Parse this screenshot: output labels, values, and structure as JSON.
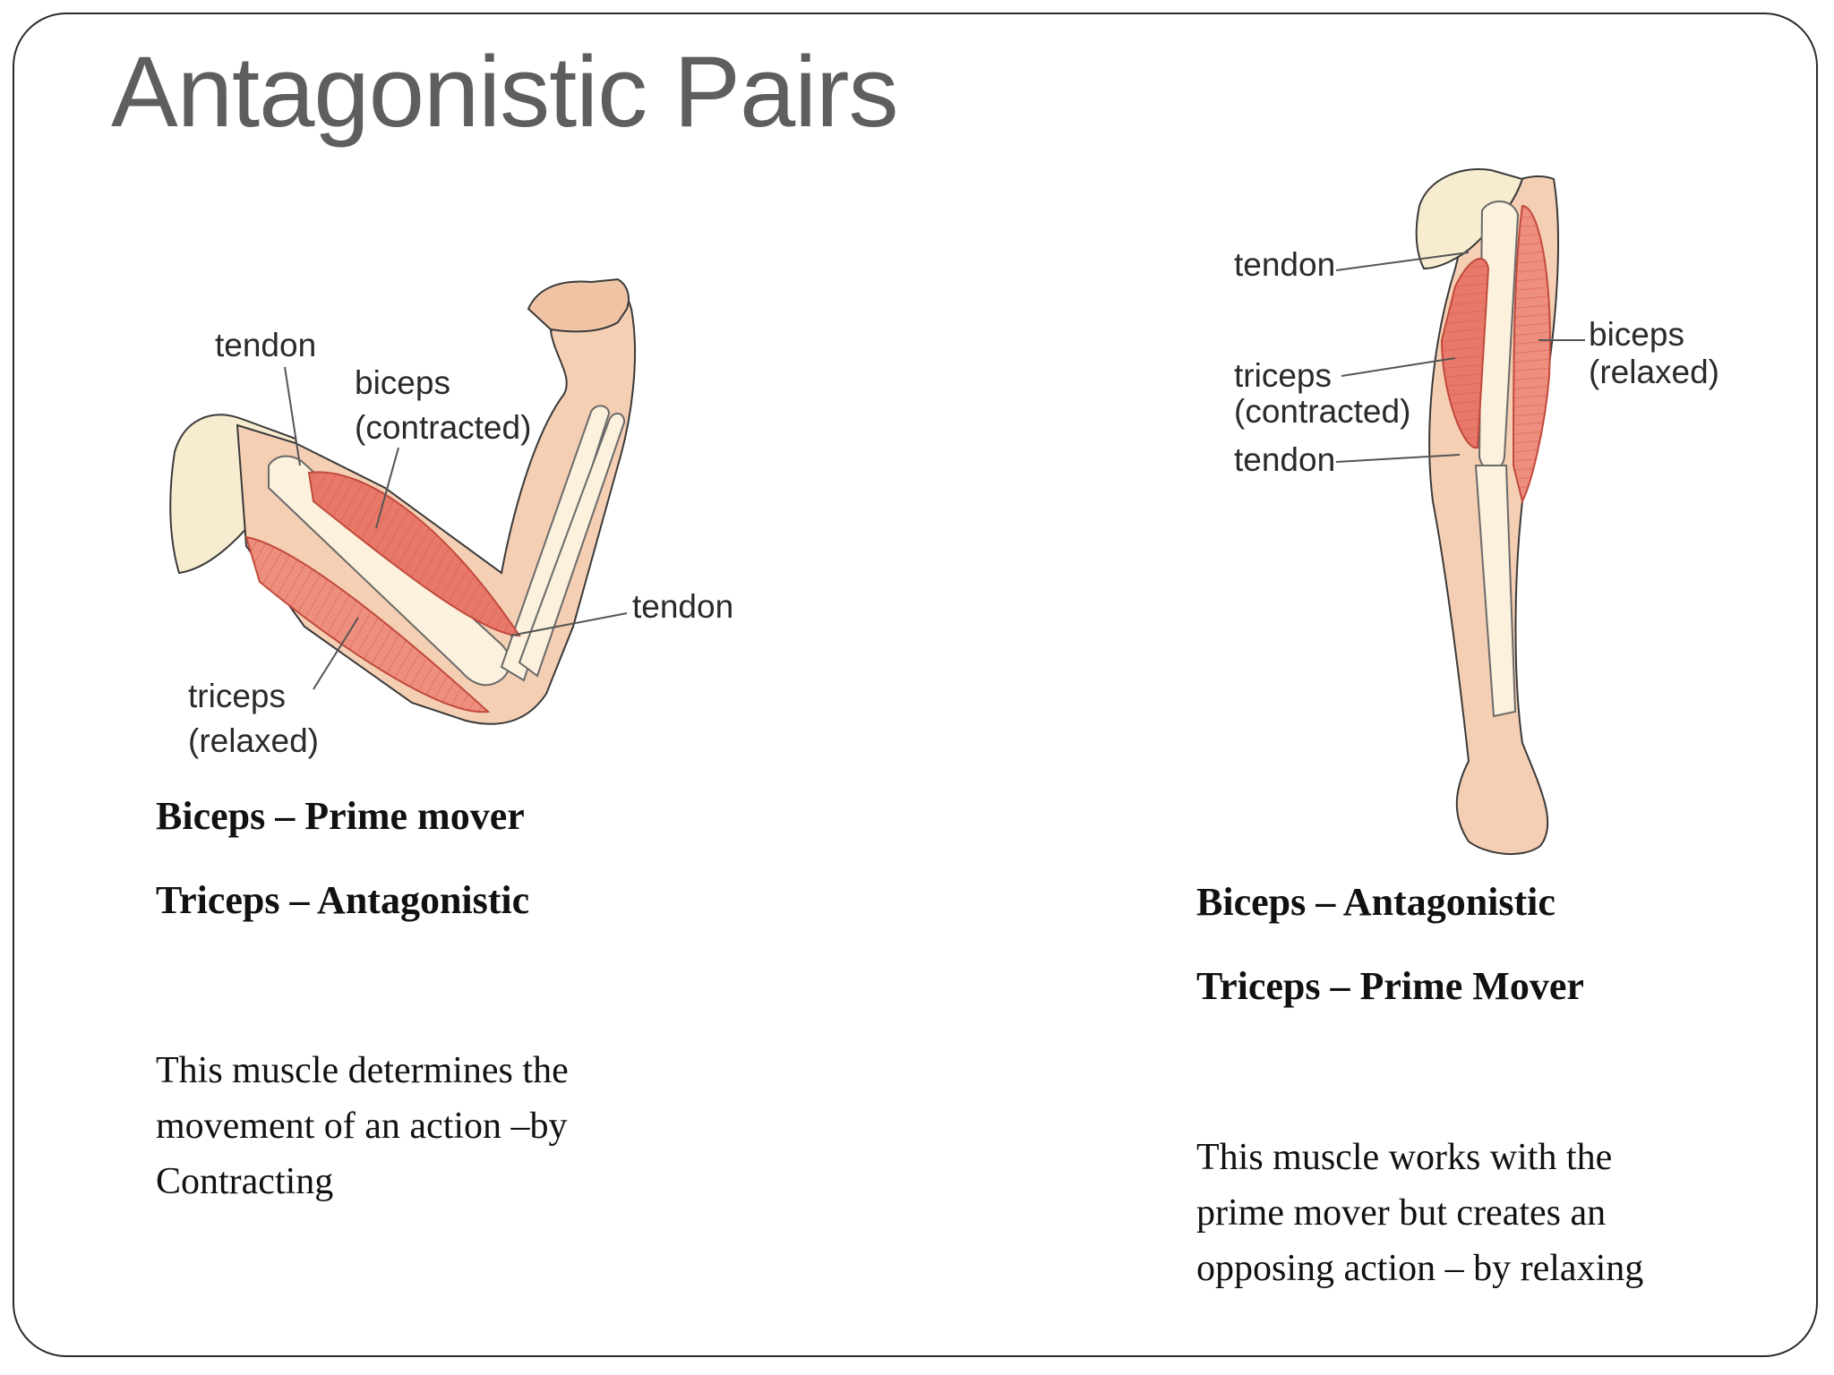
{
  "slide": {
    "title": "Antagonistic Pairs"
  },
  "arm_diagram": {
    "labels": {
      "tendon_top": "tendon",
      "biceps": "biceps",
      "biceps_state": "(contracted)",
      "tendon_elbow": "tendon",
      "triceps": "triceps",
      "triceps_state": "(relaxed)"
    },
    "colors": {
      "skin": "#f5cfb4",
      "bone": "#fbf1dc",
      "muscle": "#e8796a",
      "outline": "#3a3a3a"
    }
  },
  "leg_diagram": {
    "labels": {
      "tendon_top": "tendon",
      "triceps": "triceps",
      "triceps_state": "(contracted)",
      "tendon_bottom": "tendon",
      "biceps": "biceps",
      "biceps_state": "(relaxed)"
    }
  },
  "left_panel": {
    "role1": "Biceps – Prime mover",
    "role2": "Triceps – Antagonistic",
    "desc_lines": [
      "This muscle determines the",
      "movement of an action –by",
      "Contracting"
    ]
  },
  "right_panel": {
    "role1": "Biceps – Antagonistic",
    "role2": "Triceps – Prime Mover",
    "desc_lines": [
      "This muscle works with the",
      "prime mover but creates an",
      "opposing action – by relaxing"
    ]
  }
}
